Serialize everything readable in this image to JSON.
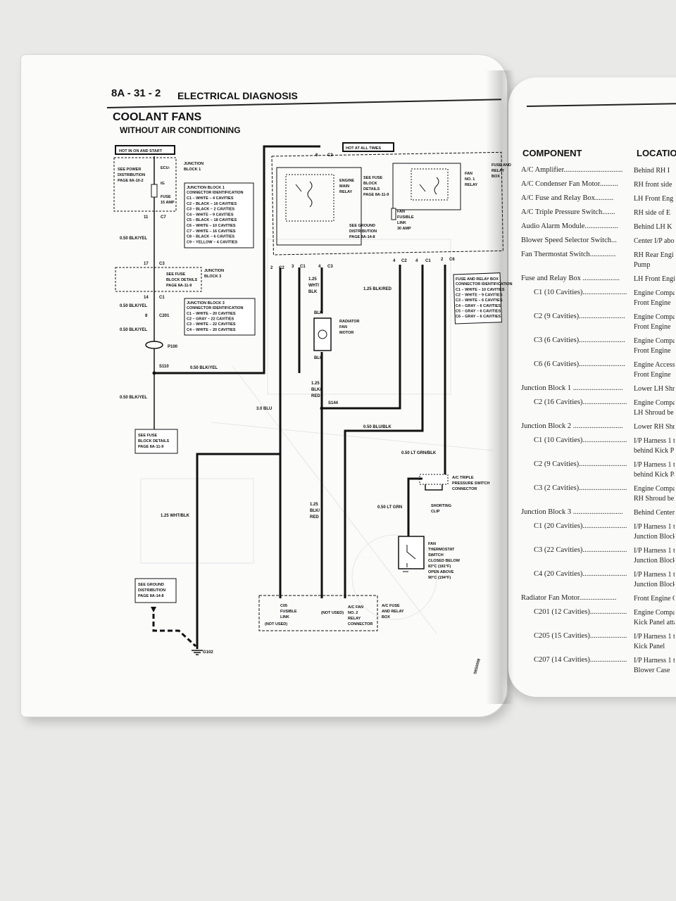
{
  "header": {
    "page_number": "8A - 31 - 2",
    "section_title": "ELECTRICAL DIAGNOSIS",
    "title": "COOLANT FANS",
    "subtitle": "WITHOUT AIR CONDITIONING"
  },
  "diagram": {
    "hot_on_start": "HOT IN ON AND START",
    "hot_all_times": "HOT AT ALL TIMES",
    "see_power": [
      "SEE POWER",
      "DISTRIBUTION",
      "PAGE 8A-10-2"
    ],
    "ecu_fuse": [
      "ECU-",
      "IG",
      "FUSE",
      "15 AMP"
    ],
    "junction_block_1": [
      "JUNCTION",
      "BLOCK 1"
    ],
    "jb1_conn_title": [
      "JUNCTION BLOCK 1",
      "CONNECTOR IDENTIFICATION"
    ],
    "jb1_conn": [
      "C1 – WHITE – 4 CAVITIES",
      "C2 – BLACK – 16 CAVITIES",
      "C3 – BLACK – 2 CAVITIES",
      "C4 – WHITE – 9 CAVITIES",
      "C5 – BLACK – 18 CAVITIES",
      "C6 – WHITE – 10 CAVITIES",
      "C7 – WHITE – 16 CAVITIES",
      "C8 – BLACK – 6 CAVITIES",
      "C9 – YELLOW – 4 CAVITIES"
    ],
    "c7": "C7",
    "pin11": "11",
    "wire_050_blkyel": "0.50 BLK/YEL",
    "pin17": "17",
    "c3": "C3",
    "see_fuse_block": [
      "SEE FUSE",
      "BLOCK DETAILS",
      "PAGE 8A-11-9"
    ],
    "junction_block_3": [
      "JUNCTION",
      "BLOCK 3"
    ],
    "pin14": "14",
    "c1": "C1",
    "pin8": "8",
    "c201": "C201",
    "jb3_conn_title": [
      "JUNCTION BLOCK 3",
      "CONNECTOR IDENTIFICATION"
    ],
    "jb3_conn": [
      "C1 – WHITE – 20 CAVITIES",
      "C2 – GRAY – 22 CAVITIES",
      "C3 – WHITE – 22 CAVITIES",
      "C4 – WHITE – 20 CAVITIES"
    ],
    "p100": "P100",
    "s110": "S110",
    "see_fuse_block2": [
      "SEE FUSE",
      "BLOCK DETAILS",
      "PAGE 8A-11-9"
    ],
    "wire_30_blu": "3.0 BLU",
    "wire_125_whtblk": "1.25 WHT/BLK",
    "see_ground": [
      "SEE GROUND",
      "DISTRIBUTION",
      "PAGE 8A-14-8"
    ],
    "g102": "G102",
    "engine_main_relay": [
      "ENGINE",
      "MAIN",
      "RELAY"
    ],
    "see_fuse_block3": [
      "SEE FUSE",
      "BLOCK",
      "DETAILS",
      "PAGE 8A-11-9"
    ],
    "fan_fusible_link": [
      "FAN",
      "FUSIBLE",
      "LINK",
      "30 AMP"
    ],
    "see_ground2": [
      "SEE GROUND",
      "DISTRIBUTION",
      "PAGE 8A-14-8"
    ],
    "fan_no1_relay": [
      "FAN",
      "NO. 1",
      "RELAY"
    ],
    "fuse_relay_box_side": [
      "FUSE AND",
      "RELAY",
      "BOX"
    ],
    "fuse_relay_conn_title": [
      "FUSE AND RELAY BOX",
      "CONNECTOR IDENTIFICATION"
    ],
    "fuse_relay_conn": [
      "C1 – WHITE – 10 CAVITIES",
      "C2 – WHITE – 9 CAVITIES",
      "C3 – WHITE – 6 CAVITIES",
      "C4 – GRAY – 6 CAVITIES",
      "C5 – GRAY – 6 CAVITIES",
      "C6 – GRAY – 6 CAVITIES"
    ],
    "wire_125_whtblk_top": [
      "1.25",
      "WHT/",
      "BLK"
    ],
    "wire_125_blkred": "1.25 BLK/RED",
    "radiator_fan_motor": [
      "RADIATOR",
      "FAN",
      "MOTOR"
    ],
    "blk": "BLK",
    "blu": "BLU",
    "wire_125_blkred2": [
      "1.25",
      "BLK/",
      "RED"
    ],
    "s144": "S144",
    "wire_050_blublk": "0.50 BLU/BLK",
    "wire_050_ltgrnblk": "0.50 LT GRN/BLK",
    "ac_triple": [
      "A/C TRIPLE",
      "PRESSURE SWITCH",
      "CONNECTOR"
    ],
    "wire_050_ltgrn": "0.50 LT GRN",
    "shorting_clip": [
      "SHORTING",
      "CLIP"
    ],
    "wire_125_blkred3": [
      "1.25",
      "BLK/",
      "RED"
    ],
    "fan_thermostat": [
      "FAN",
      "THERMOSTAT",
      "SWITCH",
      "CLOSED BELOW",
      "83°C (181°F)",
      "OPEN ABOVE",
      "90°C (194°F)"
    ],
    "c05_fusible": [
      "C05",
      "FUSIBLE",
      "LINK"
    ],
    "not_used": "(NOT USED)",
    "not_used2": "(NOT USED)",
    "ac_fan_relay": [
      "A/C FAN",
      "NO. 2",
      "RELAY",
      "CONNECTOR"
    ],
    "ac_fuse_relay_box": [
      "A/C FUSE",
      "AND RELAY",
      "BOX"
    ],
    "wire_050_blkyel2": "0.50 BLK/YEL",
    "wire_050_blkyel3": "0.50 BLK/YEL",
    "wire_050_blkyel4": "0.50 BLK/YEL",
    "wire_050_blkyel5": "0.50 BLK/YEL",
    "conn_top": [
      "6",
      "C2",
      "2",
      "C2",
      "3",
      "C1",
      "4",
      "C3",
      "4",
      "C2",
      "4",
      "C1",
      "2",
      "C6"
    ],
    "code": "S8S0008"
  },
  "right_page": {
    "col_component": "COMPONENT",
    "col_location": "LOCATIO",
    "rows": [
      {
        "c": "A/C Amplifier................................",
        "l": "Behind RH I"
      },
      {
        "c": "A/C Condenser Fan Motor..........",
        "l": "RH front side"
      },
      {
        "c": "A/C Fuse and Relay Box..........",
        "l": "LH Front Eng"
      },
      {
        "c": "A/C Triple Pressure Switch.......",
        "l": "RH side of E"
      },
      {
        "c": "Audio Alarm Module..................",
        "l": "Behind LH K"
      },
      {
        "c": "Blower Speed Selector Switch...",
        "l": "Center I/P abo"
      },
      {
        "c": "Fan Thermostat Switch..............",
        "l": "RH Rear Engi"
      },
      {
        "c": "",
        "l": "Pump"
      },
      {
        "c": "Fuse and Relay Box ....................",
        "l": "LH Front Engi"
      },
      {
        "c": "C1 (10 Cavities)........................",
        "l": "Engine Compa"
      },
      {
        "c": "",
        "l": "Front Engine"
      },
      {
        "c": "C2 (9 Cavities).........................",
        "l": "Engine Compar"
      },
      {
        "c": "",
        "l": "Front Engine"
      },
      {
        "c": "C3 (6 Cavities).........................",
        "l": "Engine Compar"
      },
      {
        "c": "",
        "l": "Front Engine"
      },
      {
        "c": "C6 (6 Cavities).........................",
        "l": "Engine Accesso"
      },
      {
        "c": "",
        "l": "Front Engine"
      },
      {
        "c": "Junction Block 1 ...........................",
        "l": "Lower LH Shro"
      },
      {
        "c": "C2 (16 Cavities)........................",
        "l": "Engine Compart"
      },
      {
        "c": "",
        "l": "LH Shroud be"
      },
      {
        "c": "Junction Block 2 ...........................",
        "l": "Lower RH Shro"
      },
      {
        "c": "C1 (10 Cavities)........................",
        "l": "I/P Harness 1 to"
      },
      {
        "c": "",
        "l": "behind Kick P"
      },
      {
        "c": "C2 (9 Cavities)..........................",
        "l": "I/P Harness 1 to"
      },
      {
        "c": "",
        "l": "behind Kick Pa"
      },
      {
        "c": "C3 (2 Cavities)..........................",
        "l": "Engine Compartm"
      },
      {
        "c": "",
        "l": "RH Shroud beh"
      },
      {
        "c": "Junction Block 3 ...........................",
        "l": "Behind Center I/P"
      },
      {
        "c": "C1 (20 Cavities)........................",
        "l": "I/P Harness 1 to"
      },
      {
        "c": "",
        "l": "Junction Block"
      },
      {
        "c": "C3 (22 Cavities)........................",
        "l": "I/P Harness 1 to"
      },
      {
        "c": "",
        "l": "Junction Block"
      },
      {
        "c": "C4 (20 Cavities)........................",
        "l": "I/P Harness 1 to J"
      },
      {
        "c": "",
        "l": "Junction Block"
      },
      {
        "c": "Radiator Fan Motor....................",
        "l": "Front Engine Com"
      },
      {
        "c": "C201 (12 Cavities)....................",
        "l": "Engine Compartme"
      },
      {
        "c": "",
        "l": "Kick Panel attac"
      },
      {
        "c": "C205 (15 Cavities)....................",
        "l": "I/P Harness 1 to E"
      },
      {
        "c": "",
        "l": "Kick Panel"
      },
      {
        "c": "C207 (14 Cavities)....................",
        "l": "I/P Harness 1 to A"
      },
      {
        "c": "",
        "l": "Blower Case"
      }
    ]
  }
}
